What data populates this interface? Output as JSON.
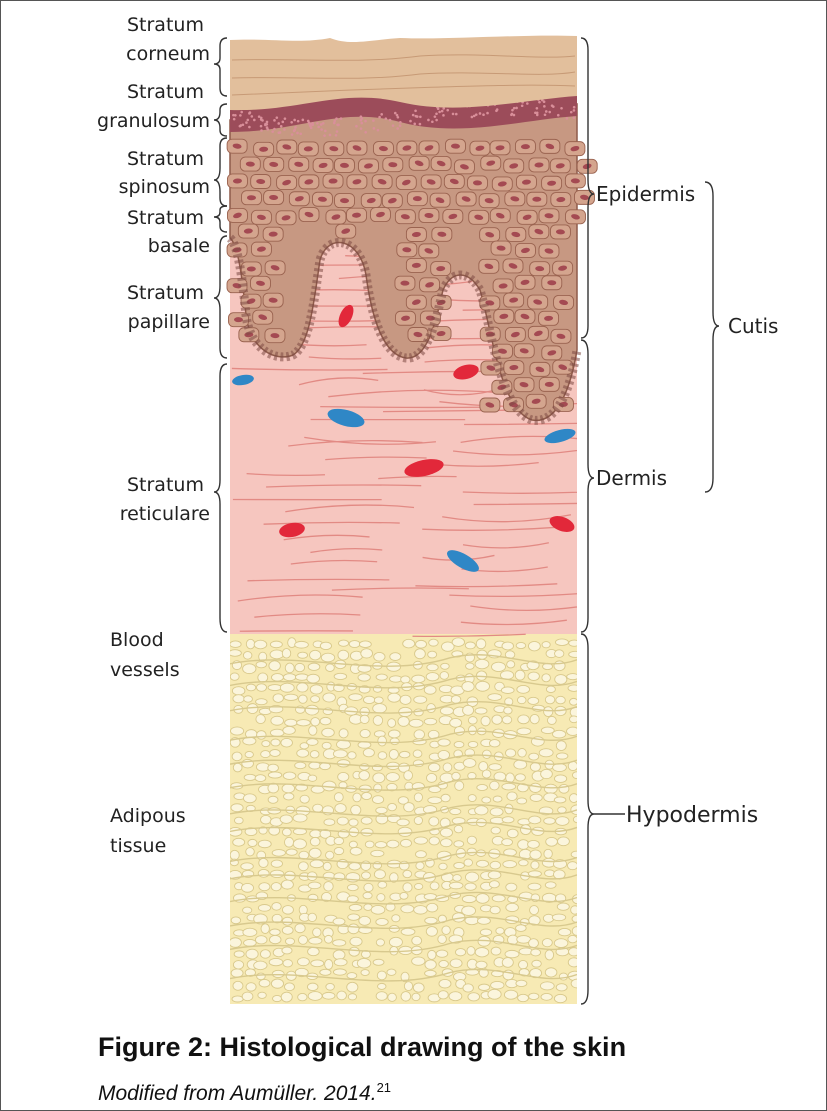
{
  "layers_left": {
    "corneum": [
      "Stratum",
      "corneum"
    ],
    "granulosum": [
      "Stratum",
      "granulosum"
    ],
    "spinosum": [
      "Stratum",
      "spinosum"
    ],
    "basale": [
      "Stratum",
      "basale"
    ],
    "papillare": [
      "Stratum",
      "papillare"
    ],
    "reticulare": [
      "Stratum",
      "reticulare"
    ],
    "blood_vessels": [
      "Blood",
      "vessels"
    ],
    "adipous_tissue": [
      "Adipous",
      "tissue"
    ]
  },
  "layers_right": {
    "epidermis": "Epidermis",
    "dermis": "Dermis",
    "cutis": "Cutis",
    "hypodermis": "Hypodermis"
  },
  "caption": {
    "title": "Figure 2: Histological drawing of the skin",
    "source": "Modified from Aumüller. 2014.",
    "reference": "21"
  },
  "colors": {
    "corneum": "#e2bf9c",
    "granulosum": "#9c4c5a",
    "spinosum": "#c79882",
    "nucleus": "#a44a52",
    "dermis": "#f6c6bf",
    "hypodermis": "#f7eab4",
    "vessel_red": "#e2283a",
    "vessel_blue": "#2f87c6"
  }
}
